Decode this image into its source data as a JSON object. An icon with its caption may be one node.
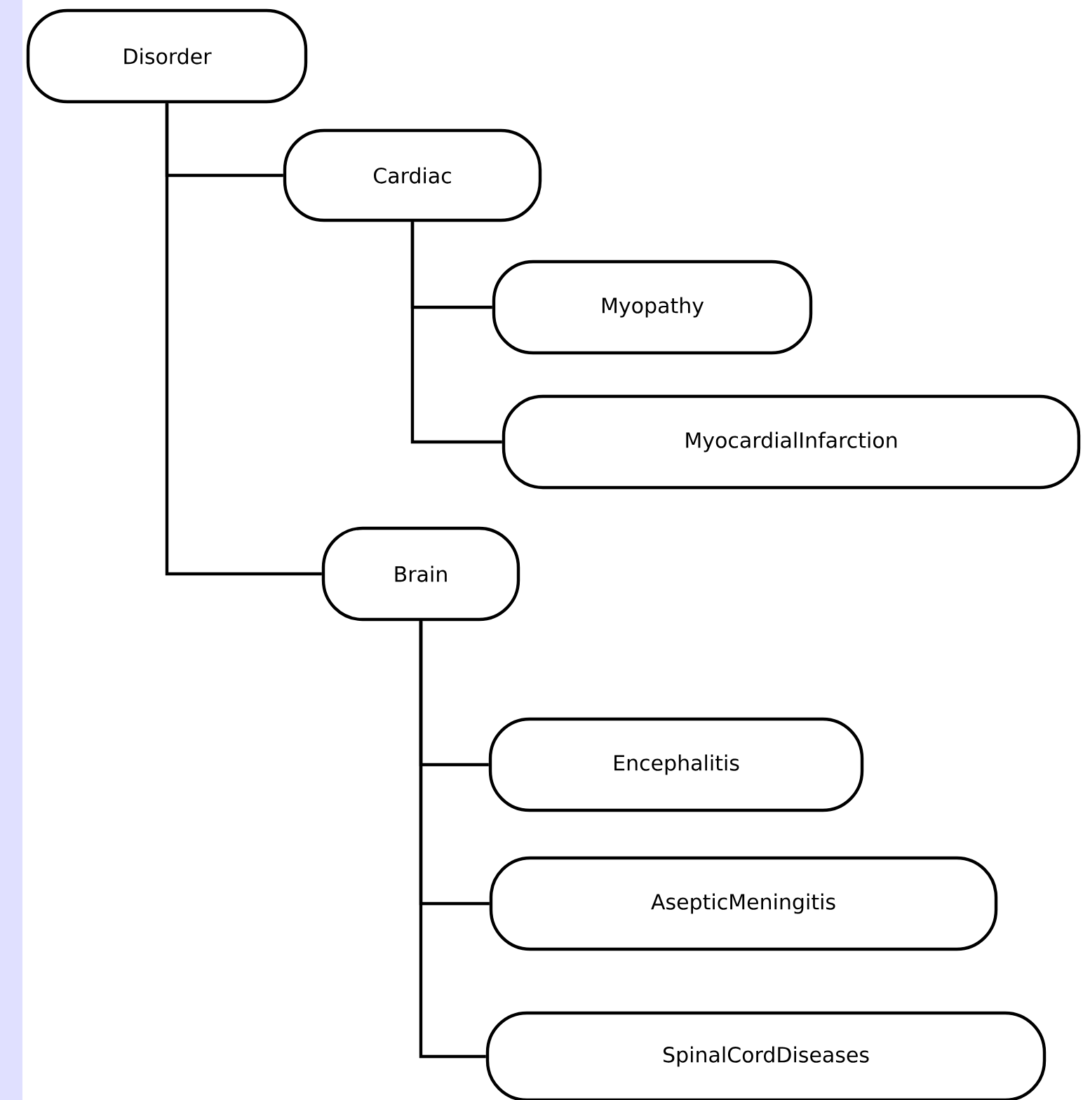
{
  "diagram": {
    "nodes": [
      {
        "text": [
          "Disorder"
        ]
      },
      {
        "text": [
          "Cardiac"
        ]
      },
      {
        "text": [
          "Myopathy"
        ]
      },
      {
        "text": [
          "MyocardialInfarction"
        ]
      },
      {
        "text": [
          "Brain"
        ]
      },
      {
        "text": [
          "Encephalitis"
        ]
      },
      {
        "text": [
          "AsepticMeningitis"
        ]
      },
      {
        "text": [
          "SpinalCordDiseases"
        ]
      }
    ],
    "edges": [
      {
        "from": 0,
        "to": 1,
        "arrow": "none"
      },
      {
        "from": 0,
        "to": 4,
        "arrow": "none"
      },
      {
        "from": 1,
        "to": 2,
        "arrow": "none"
      },
      {
        "from": 1,
        "to": 3,
        "arrow": "none"
      },
      {
        "from": 4,
        "to": 5,
        "arrow": "none"
      },
      {
        "from": 4,
        "to": 6,
        "arrow": "none"
      },
      {
        "from": 4,
        "to": 7,
        "arrow": "none"
      }
    ]
  }
}
